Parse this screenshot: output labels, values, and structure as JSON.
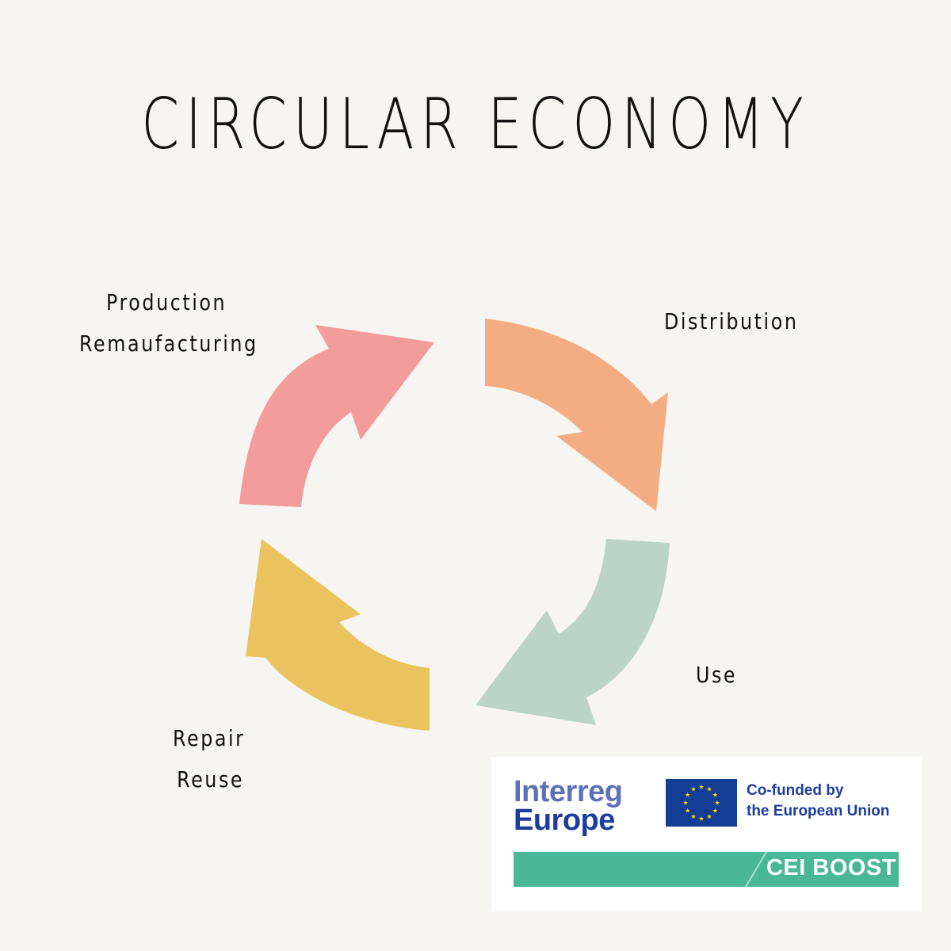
{
  "title": "CIRCULAR ECONOMY",
  "stages": {
    "production": {
      "line1": "Production",
      "line2": "Remaufacturing",
      "color": "#f39c9c"
    },
    "distribution": {
      "line1": "Distribution",
      "color": "#f4ad83"
    },
    "use": {
      "line1": "Use",
      "color": "#bcd3c7"
    },
    "repair": {
      "line1": "Repair",
      "line2": "Reuse",
      "color": "#eac35f"
    }
  },
  "logos": {
    "interreg_line1": "Interreg",
    "interreg_line2": "Europe",
    "cofunded_line1": "Co-funded by",
    "cofunded_line2": "the European Union",
    "programme": "CEI BOOST",
    "programme_color": "#4ab896",
    "eu_blue": "#143d96",
    "eu_star": "#ffdd00"
  }
}
